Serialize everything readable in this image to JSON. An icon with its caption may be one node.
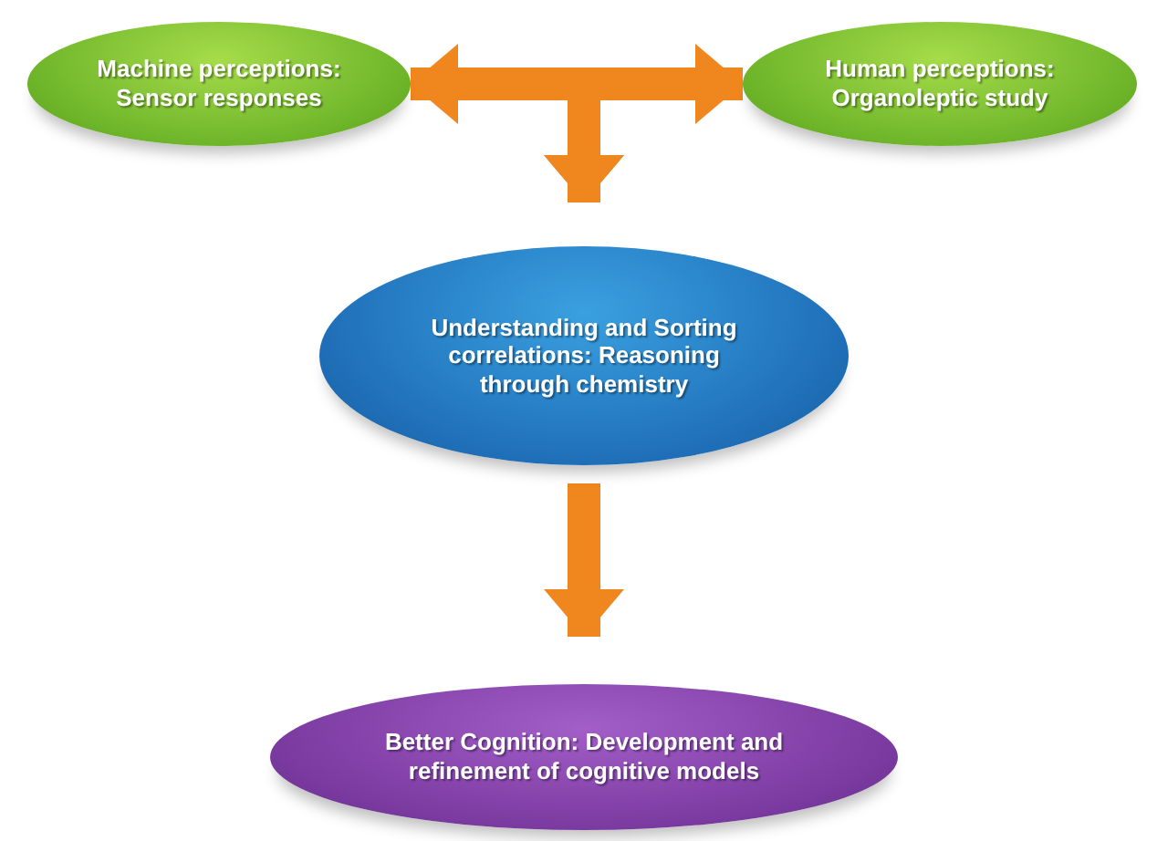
{
  "diagram": {
    "nodes": [
      {
        "text": [
          "Machine perceptions: Sensor responses"
        ]
      },
      {
        "text": [
          "Human perceptions: Organoleptic study"
        ]
      },
      {
        "text": [
          "Understanding and Sorting correlations: Reasoning through chemistry"
        ]
      },
      {
        "text": [
          "Better Cognition: Development and refinement of cognitive models"
        ]
      }
    ],
    "edges": [
      {
        "from": 0,
        "to": 1,
        "arrow": "both"
      },
      {
        "from": 0,
        "to": 2,
        "arrow": "to"
      },
      {
        "from": 1,
        "to": 2,
        "arrow": "to"
      },
      {
        "from": 2,
        "to": 3,
        "arrow": "to"
      }
    ]
  }
}
